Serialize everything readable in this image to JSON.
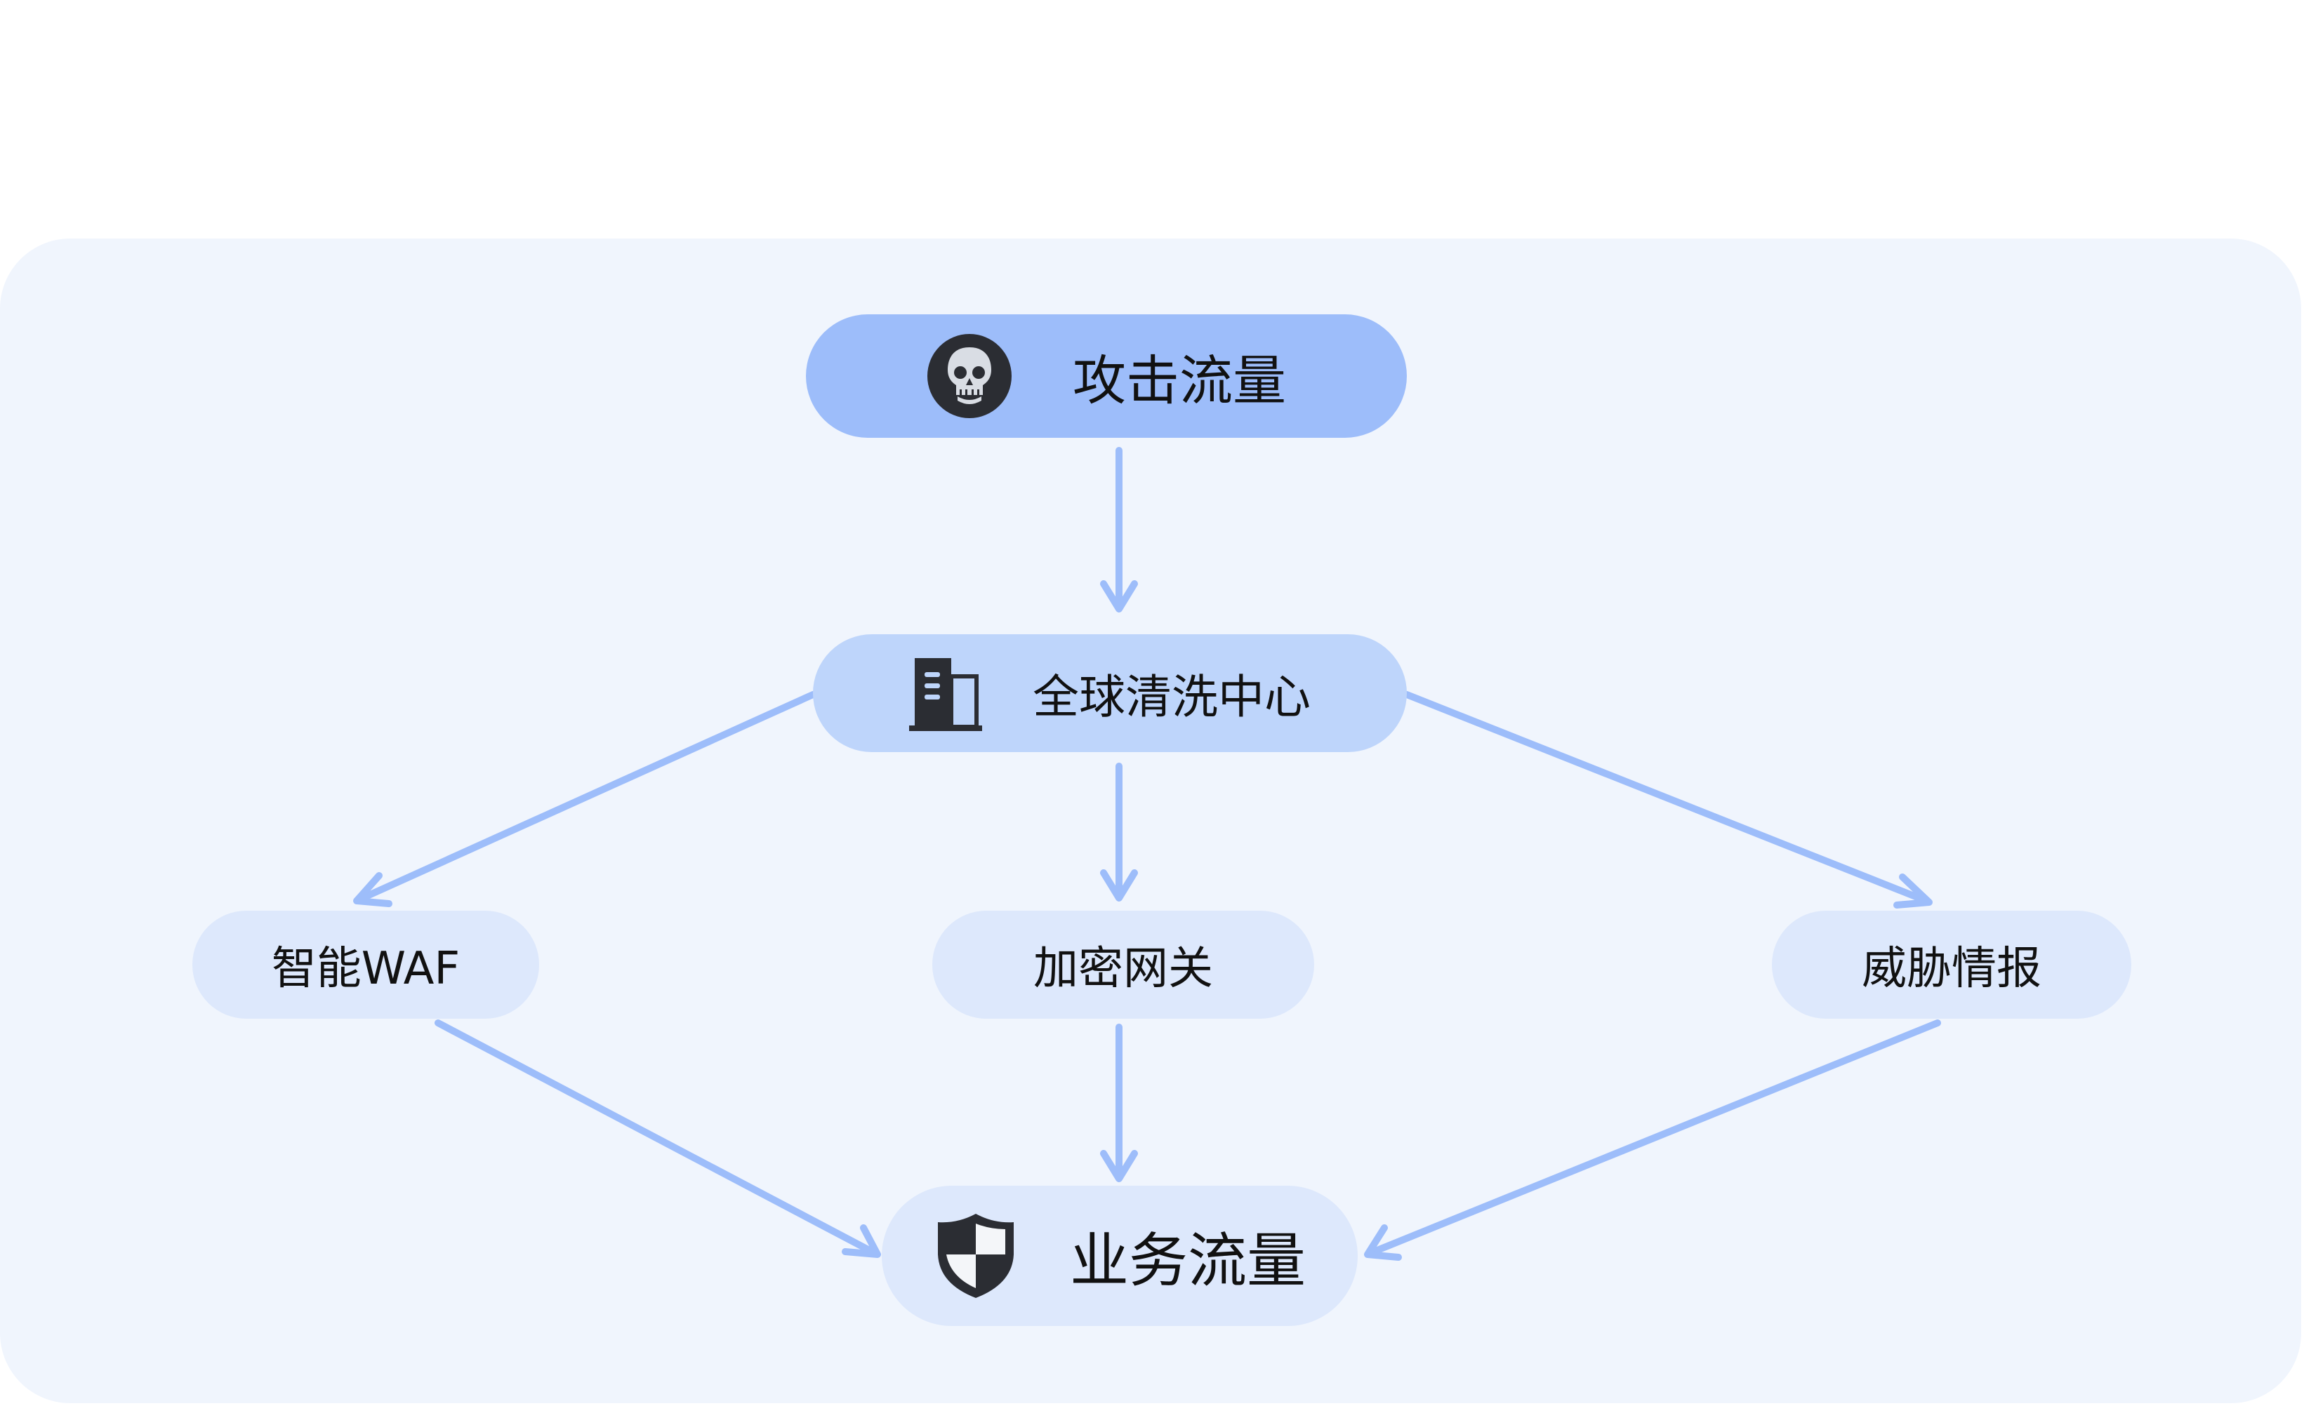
{
  "diagram": {
    "nodes": {
      "attack": {
        "label": "攻击流量",
        "icon": "skull-icon"
      },
      "center": {
        "label": "全球清洗中心",
        "icon": "building-icon"
      },
      "waf": {
        "label": "智能WAF"
      },
      "gateway": {
        "label": "加密网关"
      },
      "intel": {
        "label": "威胁情报"
      },
      "business": {
        "label": "业务流量",
        "icon": "shield-icon"
      }
    },
    "edges": [
      {
        "from": "attack",
        "to": "center"
      },
      {
        "from": "center",
        "to": "waf"
      },
      {
        "from": "center",
        "to": "gateway"
      },
      {
        "from": "center",
        "to": "intel"
      },
      {
        "from": "waf",
        "to": "business"
      },
      {
        "from": "gateway",
        "to": "business"
      },
      {
        "from": "intel",
        "to": "business"
      }
    ],
    "colors": {
      "background_panel": "#f0f5fd",
      "attack_node": "#9dbdfa",
      "center_node": "#bed5fb",
      "leaf_nodes": "#dde8fc",
      "arrow": "#9dbdfa",
      "icon": "#2b2d33"
    }
  }
}
